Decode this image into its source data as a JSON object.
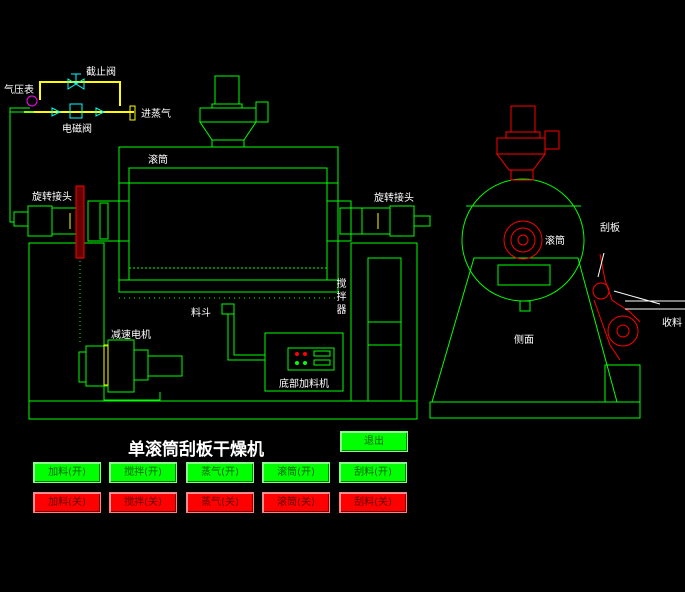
{
  "labels": {
    "stop_valve": "截止阀",
    "pressure_gauge": "气压表",
    "steam_inlet": "进蒸气",
    "solenoid_valve": "电磁阀",
    "drum": "滚筒",
    "rotary_joint_left": "旋转接头",
    "rotary_joint_right": "旋转接头",
    "stirrer": "搅拌器",
    "hopper": "料斗",
    "reducer_motor": "减速电机",
    "bottom_feeder": "底部加料机",
    "side_drum": "滚筒",
    "scraper": "刮板",
    "receiving": "收料",
    "side_view": "侧面"
  },
  "title": "单滚筒刮板干燥机",
  "buttons": {
    "exit": "退出",
    "on": [
      "加料(开)",
      "搅拌(开)",
      "蒸气(开)",
      "滚筒(开)",
      "刮料(开)"
    ],
    "off": [
      "加料(关)",
      "搅拌(关)",
      "蒸气(关)",
      "滚筒(关)",
      "刮料(关)"
    ]
  },
  "colors": {
    "line": "#00ff00",
    "pipe": "#ffff00",
    "valve": "#00ffff",
    "motor_red": "#ff0000",
    "button_on": "#00ff00",
    "button_off": "#ff0000"
  }
}
